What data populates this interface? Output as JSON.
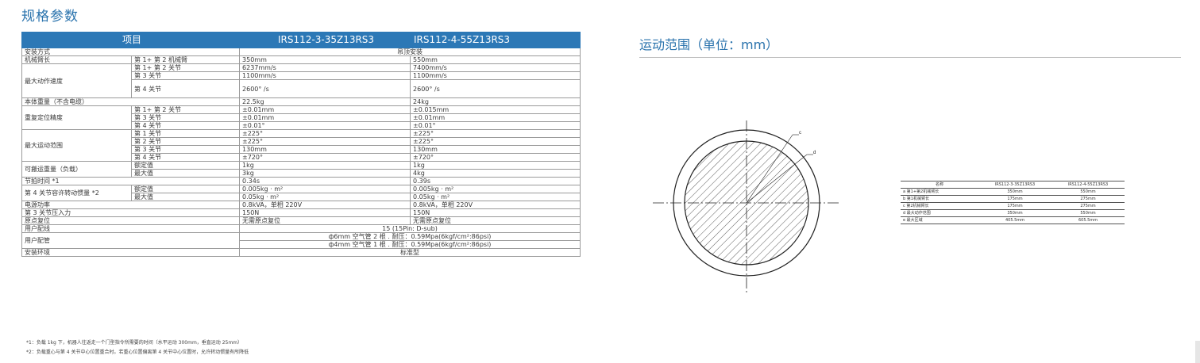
{
  "title": "规格参数",
  "range_title": "运动范围（单位：mm）",
  "spec": {
    "header": {
      "item": "项目",
      "model_a": "IRS112-3-35Z13RS3",
      "model_b": "IRS112-4-55Z13RS3"
    },
    "mount": {
      "label": "安装方式",
      "value": "吊顶安装"
    },
    "arm_length": {
      "label": "机械臂长",
      "sub": "第 1+ 第 2 机械臂",
      "a": "350mm",
      "b": "550mm"
    },
    "max_speed": {
      "label": "最大动作速度",
      "rows": [
        {
          "sub": "第 1+ 第 2 关节",
          "a": "6237mm/s",
          "b": "7400mm/s"
        },
        {
          "sub": "第 3 关节",
          "a": "1100mm/s",
          "b": "1100mm/s"
        },
        {
          "sub": "第 4 关节",
          "a": "2600° /s",
          "b": "2600° /s"
        }
      ]
    },
    "weight": {
      "label": "本体重量（不含电缆）",
      "a": "22.5kg",
      "b": "24kg"
    },
    "repeat": {
      "label": "重复定位精度",
      "rows": [
        {
          "sub": "第 1+ 第 2 关节",
          "a": "±0.01mm",
          "b": "±0.015mm"
        },
        {
          "sub": "第 3 关节",
          "a": "±0.01mm",
          "b": "±0.01mm"
        },
        {
          "sub": "第 4 关节",
          "a": "±0.01°",
          "b": "±0.01°"
        }
      ]
    },
    "motion_range": {
      "label": "最大运动范围",
      "rows": [
        {
          "sub": "第 1 关节",
          "a": "±225°",
          "b": "±225°"
        },
        {
          "sub": "第 2 关节",
          "a": "±225°",
          "b": "±225°"
        },
        {
          "sub": "第 3 关节",
          "a": "130mm",
          "b": "130mm"
        },
        {
          "sub": "第 4 关节",
          "a": "±720°",
          "b": "±720°"
        }
      ]
    },
    "payload": {
      "label": "可搬运重量（负载）",
      "rows": [
        {
          "sub": "额定值",
          "a": "1kg",
          "b": "1kg"
        },
        {
          "sub": "最大值",
          "a": "3kg",
          "b": "4kg"
        }
      ]
    },
    "cycle": {
      "label": "节拍时间 *1",
      "a": "0.34s",
      "b": "0.39s"
    },
    "inertia": {
      "label": "第 4 关节容许转动惯量 *2",
      "rows": [
        {
          "sub": "额定值",
          "a": "0.005kg · m²",
          "b": "0.005kg · m²"
        },
        {
          "sub": "最大值",
          "a": "0.05kg · m²",
          "b": "0.05kg · m²"
        }
      ]
    },
    "power": {
      "label": "电源功率",
      "a": "0.8kVA，单相 220V",
      "b": "0.8kVA，单相 220V"
    },
    "joint3_force": {
      "label": "第 3 关节压入力",
      "a": "150N",
      "b": "150N"
    },
    "home": {
      "label": "原点复位",
      "a": "无需原点复位",
      "b": "无需原点复位"
    },
    "wiring": {
      "label": "用户配线",
      "value": "15 (15Pin: D-sub)"
    },
    "piping": {
      "label": "用户配管",
      "line1": "ф6mm 空气管 2 根 . 耐压：0.59Mpa(6kgf/cm²:86psi)",
      "line2": "ф4mm 空气管 1 根 . 耐压：0.59Mpa(6kgf/cm²:86psi)"
    },
    "environment": {
      "label": "安装环境",
      "value": "标准型"
    }
  },
  "footnotes": [
    "*1：负载 1kg 下，机器人往返走一个门型指令所需要的时间（水平运动 300mm，垂直运动 25mm）",
    "*2：负载重心与第 4 关节中心位置重合时。若重心位置偏离第 4 关节中心位置时，允许转动惯量有所降低"
  ],
  "diagram": {
    "label_c": "c",
    "label_d": "d"
  },
  "dims_table": {
    "header": [
      "名称",
      "IRS112-3-35Z13RS3",
      "IRS112-4-55Z13RS3"
    ],
    "rows": [
      [
        "a 第1+第2机械臂长",
        "350mm",
        "550mm"
      ],
      [
        "b 第1机械臂长",
        "175mm",
        "275mm"
      ],
      [
        "c 第2机械臂长",
        "175mm",
        "275mm"
      ],
      [
        "d 最大动作范围",
        "350mm",
        "550mm"
      ],
      [
        "e 最大区域",
        "405.5mm",
        "605.5mm"
      ]
    ]
  }
}
